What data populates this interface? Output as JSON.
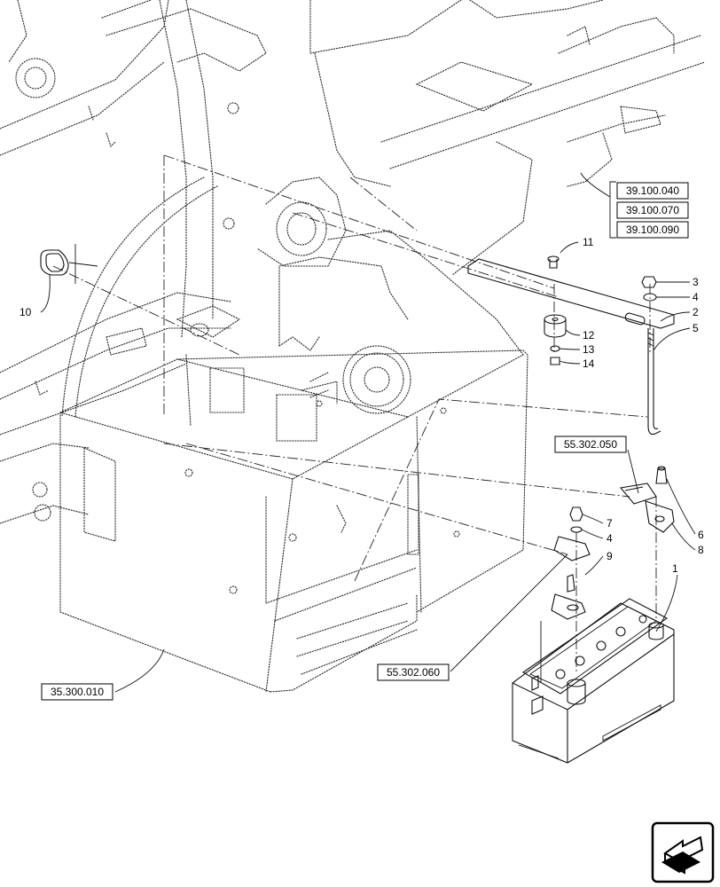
{
  "callouts": {
    "c1": "1",
    "c2": "2",
    "c3": "3",
    "c4a": "4",
    "c4b": "4",
    "c5": "5",
    "c6": "6",
    "c7": "7",
    "c8": "8",
    "c9": "9",
    "c10": "10",
    "c11": "11",
    "c12": "12",
    "c13": "13",
    "c14": "14"
  },
  "references": {
    "r1": "39.100.040",
    "r2": "39.100.070",
    "r3": "39.100.090",
    "r4": "55.302.050",
    "r5": "55.302.060",
    "r6": "35.300.010"
  },
  "icons": {
    "nav": "next-page-arrow-icon"
  }
}
